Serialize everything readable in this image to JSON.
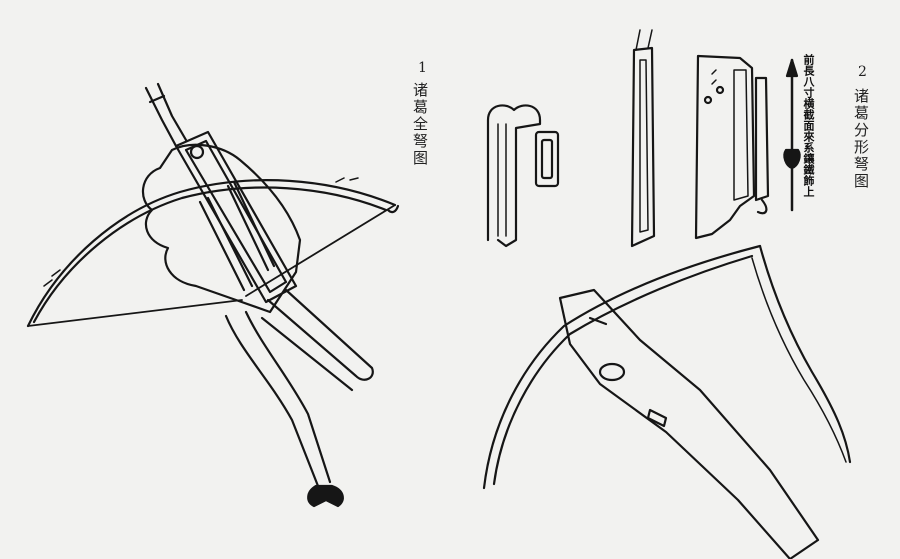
{
  "figure1": {
    "number": "1",
    "caption": "诸葛全弩图"
  },
  "figure2": {
    "number": "2",
    "caption": "诸葛分形弩图"
  },
  "labels": {
    "tube_note": "前長八寸横截面來系鑲鐵飾上"
  }
}
